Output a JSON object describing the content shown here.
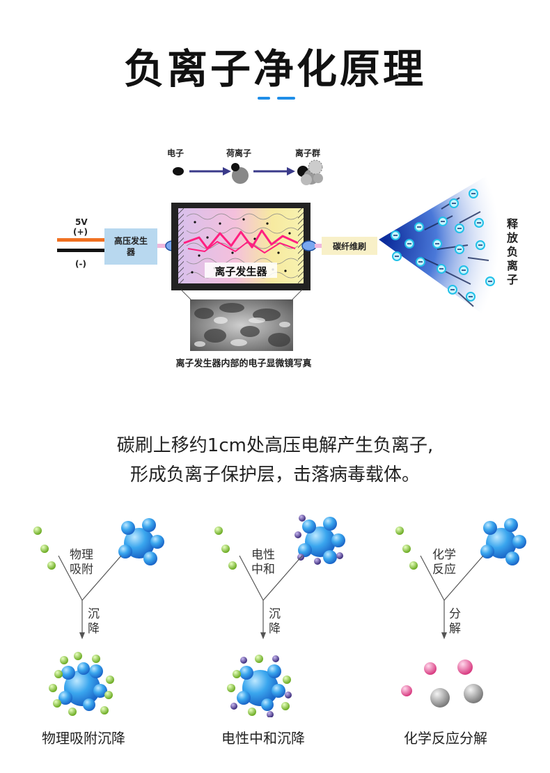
{
  "title": "负离子净化原理",
  "process": {
    "electron": "电子",
    "charged_ion": "荷离子",
    "ion_cluster": "离子群"
  },
  "circuit": {
    "voltage": "5V",
    "plus": "(+)",
    "minus": "(-)",
    "hv_generator": "高压发生器",
    "ion_generator": "离子发生器",
    "carbon_brush": "碳纤维刷",
    "release": "释放负离子",
    "micrograph_caption": "离子发生器内部的电子显微镜写真"
  },
  "description": {
    "line1": "碳刷上移约1cm处高压电解产生负离子,",
    "line2": "形成负离子保护层，击落病毒载体。"
  },
  "mechanisms": [
    {
      "label_top": "物理",
      "label_bottom": "吸附",
      "settle_1": "沉",
      "settle_2": "降",
      "name": "物理吸附沉降"
    },
    {
      "label_top": "电性",
      "label_bottom": "中和",
      "settle_1": "沉",
      "settle_2": "降",
      "name": "电性中和沉降"
    },
    {
      "label_top": "化学",
      "label_bottom": "反应",
      "settle_1": "分",
      "settle_2": "解",
      "name": "化学反应分解"
    }
  ],
  "colors": {
    "accent_blue": "#1f8ee8",
    "wire_positive": "#f07020",
    "wire_negative": "#111111",
    "hv_box": "#b8d8ef",
    "brush_box": "#f8f0c8",
    "ion_beam": "#1a50c0",
    "zap": "#ff2080",
    "particle_green": "#8cc63f",
    "particle_purple": "#5a3a9a",
    "particle_pink": "#e85a9a"
  }
}
